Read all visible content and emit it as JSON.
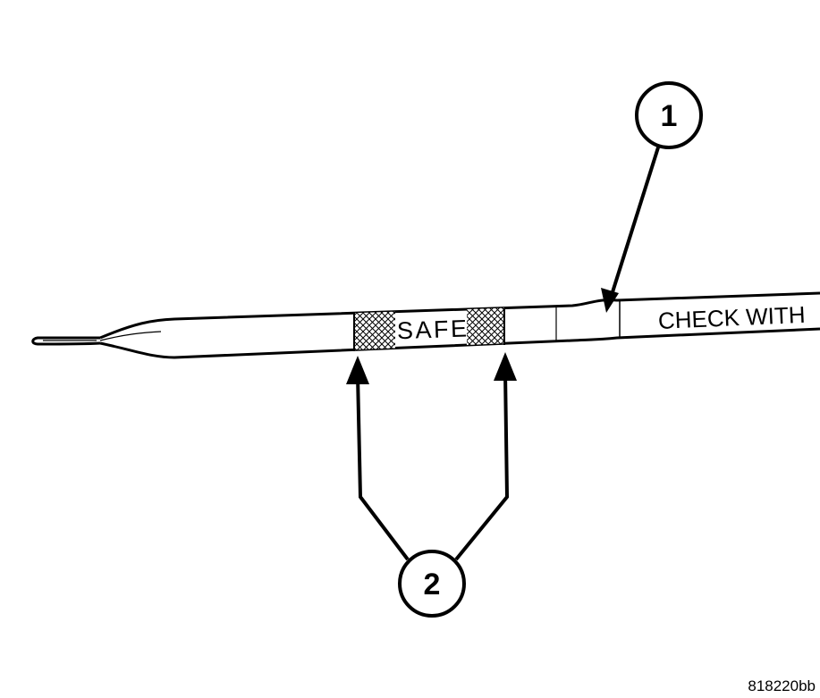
{
  "diagram": {
    "dipstick": {
      "safe_label": "SAFE",
      "check_label": "CHECK WITH"
    },
    "callouts": [
      {
        "number": "1"
      },
      {
        "number": "2"
      }
    ],
    "figure_id": "818220bb"
  }
}
